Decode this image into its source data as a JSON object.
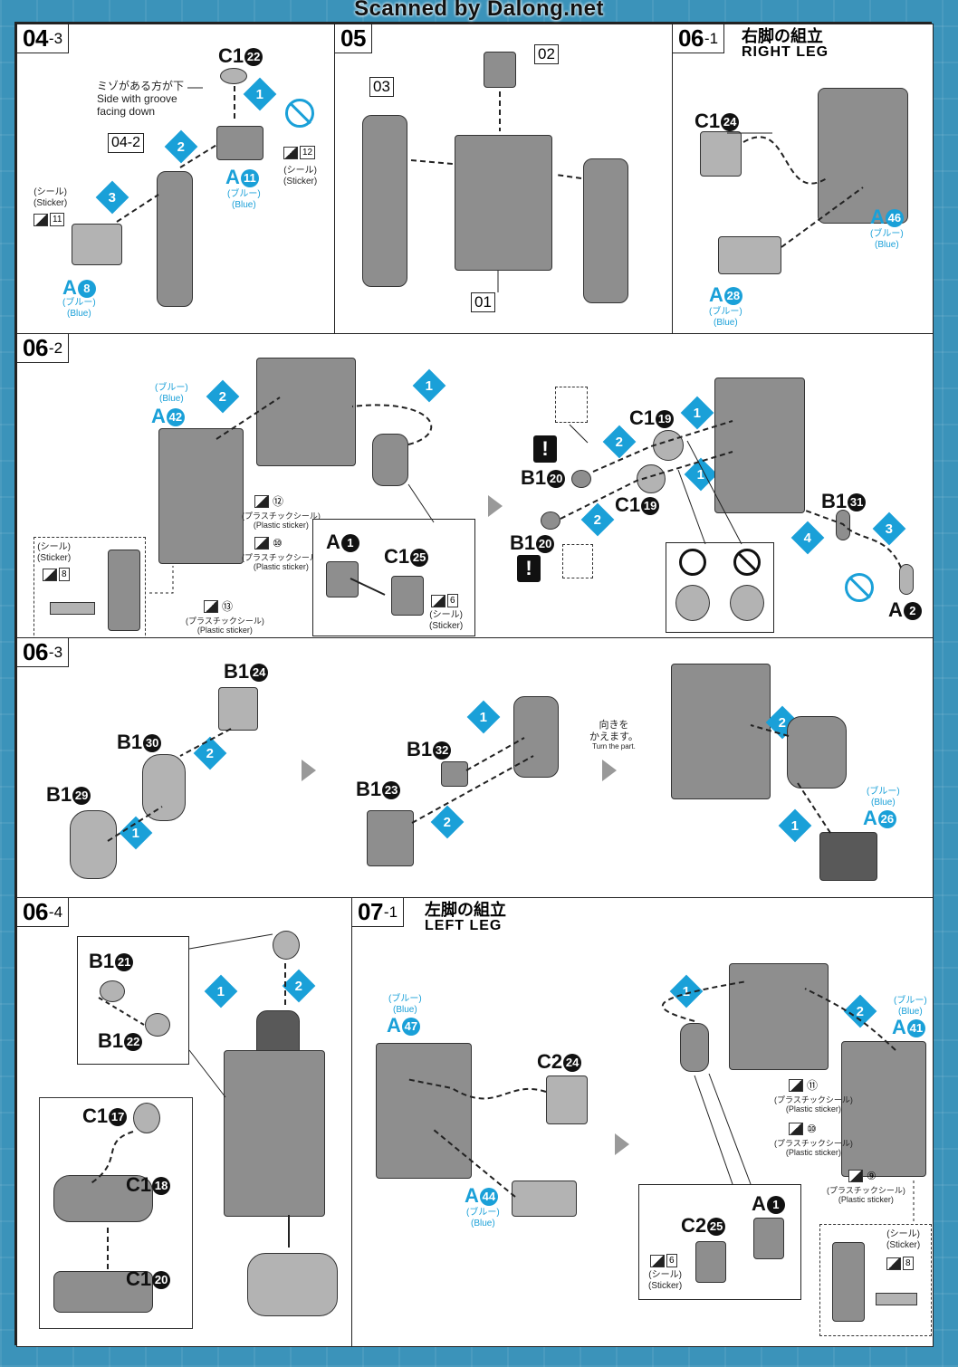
{
  "watermark": "Scanned by Dalong.net",
  "steps": {
    "s04_3": {
      "num": "04",
      "sub": "-3",
      "groove_jp": "ミゾがある方が下",
      "groove_en1": "Side with groove",
      "groove_en2": "facing down",
      "ref": "04-2",
      "p_c1": "C1",
      "p_c1_n": "22",
      "p_a": "A",
      "p_a_n": "11",
      "p_a2": "A",
      "p_a2_n": "8",
      "blue_jp": "(ブルー)",
      "blue_en": "(Blue)",
      "sticker_jp": "(シール)",
      "sticker_en": "(Sticker)",
      "stk1": "12",
      "stk2": "11",
      "seq": [
        "1",
        "2",
        "3"
      ]
    },
    "s05": {
      "num": "05",
      "sub": "",
      "b02": "02",
      "b03": "03",
      "b01": "01"
    },
    "s06_1": {
      "num": "06",
      "sub": "-1",
      "title_jp": "右脚の組立",
      "title_en": "RIGHT LEG",
      "p1": "C1",
      "p1_n": "24",
      "p2": "A",
      "p2_n": "46",
      "p3": "A",
      "p3_n": "28",
      "blue_jp": "(ブルー)",
      "blue_en": "(Blue)"
    },
    "s06_2": {
      "num": "06",
      "sub": "-2",
      "a42": "A",
      "a42_n": "42",
      "blue_jp": "(ブルー)",
      "blue_en": "(Blue)",
      "ps_jp": "(プラスチックシール)",
      "ps_en": "(Plastic sticker)",
      "sticker_jp": "(シール)",
      "sticker_en": "(Sticker)",
      "n12": "⑫",
      "n10": "⑩",
      "n13": "⑬",
      "n8": "8",
      "n6": "6",
      "a1": "A",
      "a1_n": "1",
      "c25": "C1",
      "c25_n": "25",
      "c19a": "C1",
      "c19a_n": "19",
      "c19b": "C1",
      "c19b_n": "19",
      "b20a": "B1",
      "b20a_n": "20",
      "b20b": "B1",
      "b20b_n": "20",
      "b31": "B1",
      "b31_n": "31",
      "a2": "A",
      "a2_n": "2",
      "warn": "!",
      "seq": [
        "1",
        "2",
        "1",
        "2",
        "1",
        "2",
        "3",
        "4"
      ]
    },
    "s06_3": {
      "num": "06",
      "sub": "-3",
      "b24": "B1",
      "b24_n": "24",
      "b30": "B1",
      "b30_n": "30",
      "b29": "B1",
      "b29_n": "29",
      "b32": "B1",
      "b32_n": "32",
      "b23": "B1",
      "b23_n": "23",
      "turn_jp1": "向きを",
      "turn_jp2": "かえます。",
      "turn_en": "Turn the part.",
      "a26": "A",
      "a26_n": "26",
      "blue_jp": "(ブルー)",
      "blue_en": "(Blue)"
    },
    "s06_4": {
      "num": "06",
      "sub": "-4",
      "b21": "B1",
      "b21_n": "21",
      "b22": "B1",
      "b22_n": "22",
      "c17": "C1",
      "c17_n": "17",
      "c18": "C1",
      "c18_n": "18",
      "c20": "C1",
      "c20_n": "20"
    },
    "s07_1": {
      "num": "07",
      "sub": "-1",
      "title_jp": "左脚の組立",
      "title_en": "LEFT LEG",
      "a47": "A",
      "a47_n": "47",
      "c24": "C2",
      "c24_n": "24",
      "a44": "A",
      "a44_n": "44",
      "a41": "A",
      "a41_n": "41",
      "a1": "A",
      "a1_n": "1",
      "c25": "C2",
      "c25_n": "25",
      "blue_jp": "(ブルー)",
      "blue_en": "(Blue)",
      "ps_jp": "(プラスチックシール)",
      "ps_en": "(Plastic sticker)",
      "sticker_jp": "(シール)",
      "sticker_en": "(Sticker)",
      "n11": "⑪",
      "n10": "⑩",
      "n9": "⑨",
      "n6": "6",
      "n8": "8"
    }
  }
}
